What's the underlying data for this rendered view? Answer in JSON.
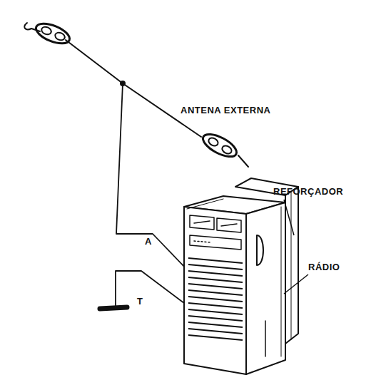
{
  "diagram": {
    "labels": [
      "ANTENA EXTERNA",
      "REFORÇADOR",
      "RÁDIO",
      "A",
      "T"
    ]
  }
}
